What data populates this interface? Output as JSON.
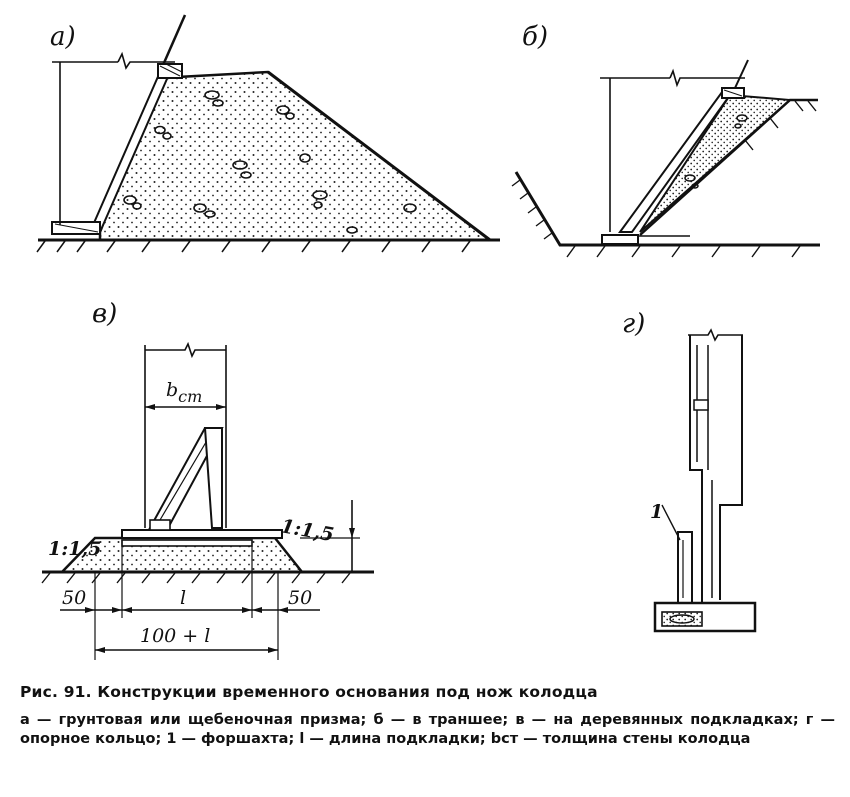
{
  "figure": {
    "label_a": "а)",
    "label_b": "б)",
    "label_v": "в)",
    "label_g": "г)",
    "dim_bst": "b",
    "dim_bst_sub": "ст",
    "slope_left": "1:1,5",
    "slope_right": "1:1,5",
    "dim_50_left": "50",
    "dim_l": "l",
    "dim_50_right": "50",
    "dim_total": "100 + l",
    "item_1": "1"
  },
  "caption": {
    "title": "Рис. 91. Конструкции временного основания под нож колодца",
    "legend": "а — грунтовая или щебеночная призма;  б — в траншее;  в — на деревянных подкладках;  г — опорное кольцо;  1 — форшахта;  l — длина подкладки;  bст — толщина стены колодца"
  }
}
